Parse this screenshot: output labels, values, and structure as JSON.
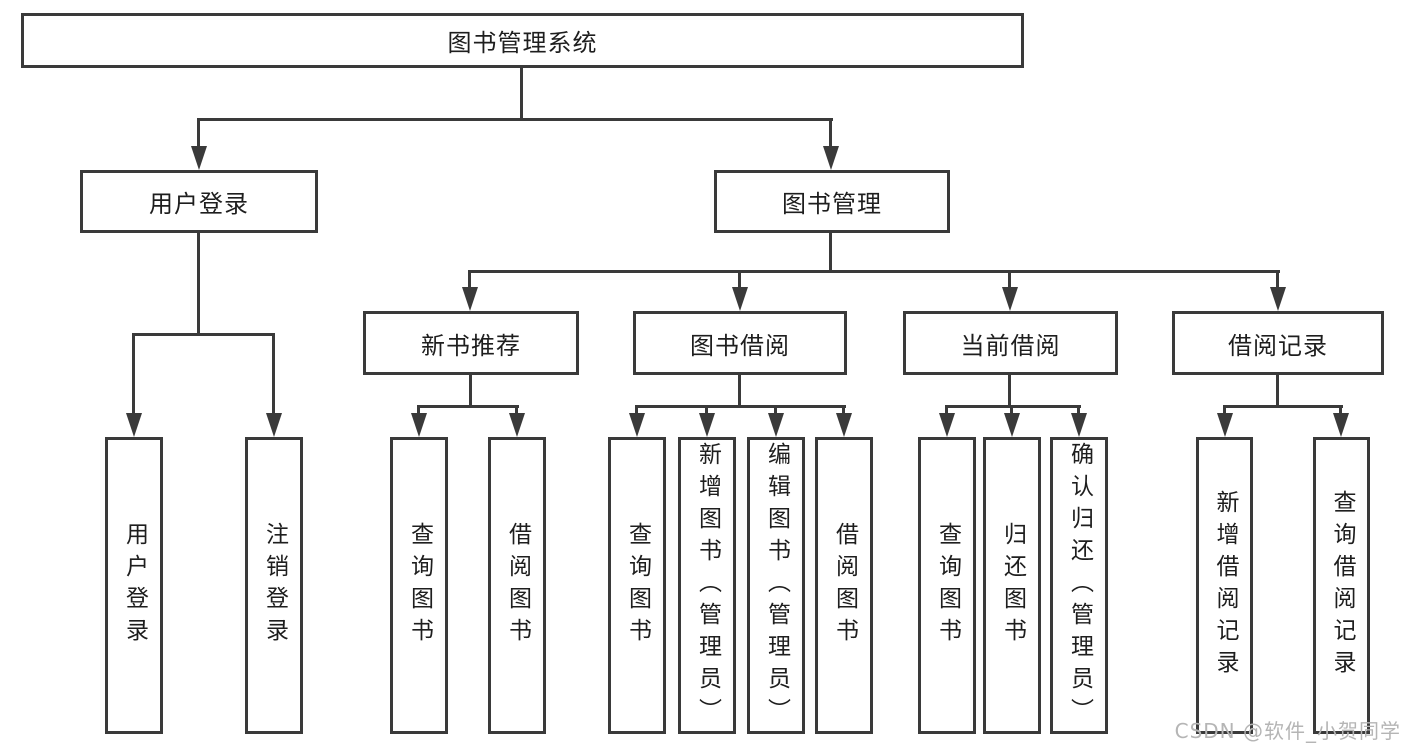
{
  "diagram": {
    "root": {
      "label": "图书管理系统"
    },
    "level2": {
      "user_login": {
        "label": "用户登录",
        "children": [
          "用户登录",
          "注销登录"
        ]
      },
      "book_management": {
        "label": "图书管理"
      }
    },
    "level3": {
      "new_book_recommend": {
        "label": "新书推荐",
        "children": [
          "查询图书",
          "借阅图书"
        ]
      },
      "book_borrowing": {
        "label": "图书借阅",
        "children": [
          "查询图书",
          "新增图书（管理员）",
          "编辑图书（管理员）",
          "借阅图书"
        ]
      },
      "current_borrowing": {
        "label": "当前借阅",
        "children": [
          "查询图书",
          "归还图书",
          "确认归还（管理员）"
        ]
      },
      "borrowing_records": {
        "label": "借阅记录",
        "children": [
          "新增借阅记录",
          "查询借阅记录"
        ]
      }
    },
    "watermark": "CSDN @软件_小贺同学",
    "colors": {
      "line": "#3a3a3a",
      "text": "#1e1e1e",
      "watermark": "#b5b5b5",
      "background": "#ffffff"
    }
  }
}
